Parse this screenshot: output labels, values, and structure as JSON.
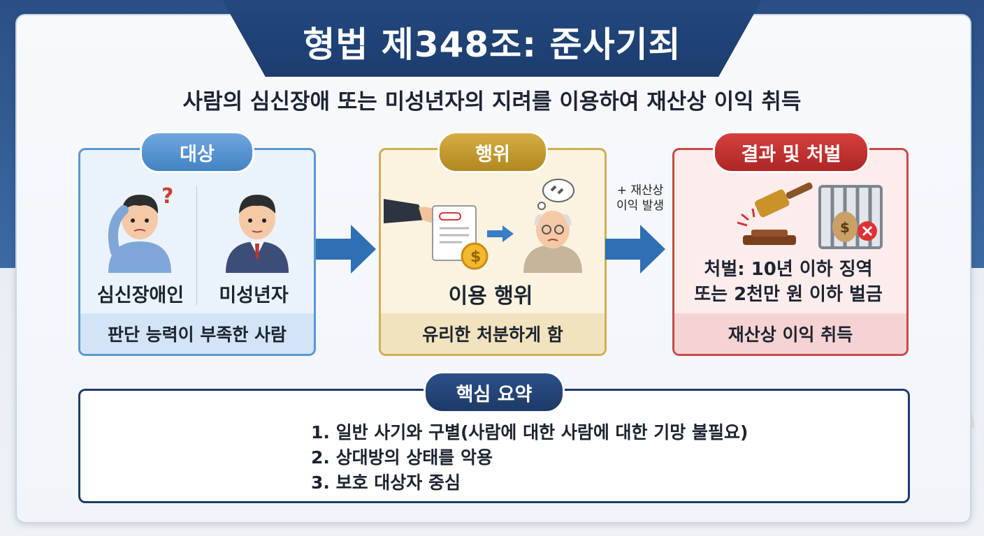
{
  "title": "형법 제348조: 준사기죄",
  "subtitle": "사람의 심신장애 또는 미성년자의 지려를 이용하여 재산상 이익 취득",
  "colors": {
    "blue": "#4f8fcf",
    "gold": "#c99a2a",
    "red": "#c4302f",
    "navy": "#1f3c6a"
  },
  "target_box": {
    "header": "대상",
    "person1_label": "심신장애인",
    "person2_label": "미성년자",
    "footer": "판단 능력이 부족한 사람"
  },
  "action_box": {
    "header": "행위",
    "main_label": "이용 행위",
    "footer": "유리한 처분하게 함"
  },
  "result_note": "+ 재산상\n이익 발생",
  "result_box": {
    "header": "결과 및 처벌",
    "punishment_line1": "처벌: 10년 이하 징역",
    "punishment_line2": "또는 2천만 원 이하 벌금",
    "footer": "재산상 이익 취득"
  },
  "summary": {
    "header": "핵심 요약",
    "items": [
      "1. 일반 사기와 구별(사람에 대한 사람에 대한 기망 불필요)",
      "2. 상대방의 상태를 악용",
      "3. 보호 대상자 중심"
    ]
  }
}
